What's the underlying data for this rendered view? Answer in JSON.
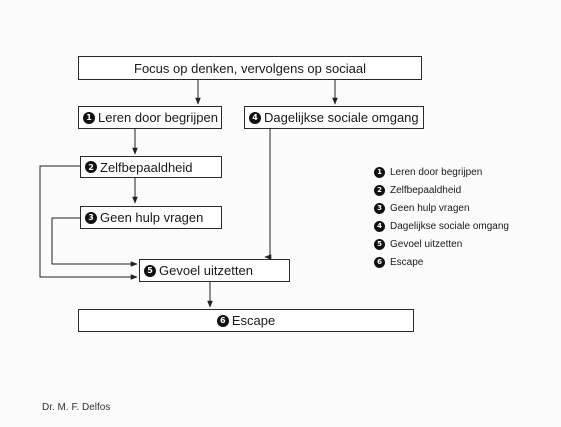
{
  "diagram": {
    "header": "Focus op denken, vervolgens op sociaal",
    "nodes": [
      {
        "id": "1",
        "badge": "1",
        "label": "Leren door begrijpen"
      },
      {
        "id": "4",
        "badge": "4",
        "label": "Dagelijkse sociale omgang"
      },
      {
        "id": "2",
        "badge": "2",
        "label": "Zelfbepaaldheid"
      },
      {
        "id": "3",
        "badge": "3",
        "label": "Geen hulp vragen"
      },
      {
        "id": "5",
        "badge": "5",
        "label": "Gevoel uitzetten"
      },
      {
        "id": "6",
        "badge": "6",
        "label": "Escape"
      }
    ],
    "edges": [
      {
        "from": "header",
        "to": "1"
      },
      {
        "from": "header",
        "to": "4"
      },
      {
        "from": "1",
        "to": "2"
      },
      {
        "from": "2",
        "to": "3"
      },
      {
        "from": "2",
        "to": "5"
      },
      {
        "from": "3",
        "to": "5"
      },
      {
        "from": "4",
        "to": "5"
      },
      {
        "from": "5",
        "to": "6"
      }
    ]
  },
  "legend": [
    {
      "badge": "1",
      "label": "Leren door begrijpen"
    },
    {
      "badge": "2",
      "label": "Zelfbepaaldheid"
    },
    {
      "badge": "3",
      "label": "Geen hulp vragen"
    },
    {
      "badge": "4",
      "label": "Dagelijkse sociale omgang"
    },
    {
      "badge": "5",
      "label": "Gevoel uitzetten"
    },
    {
      "badge": "6",
      "label": "Escape"
    }
  ],
  "author": "Dr. M. F. Delfos"
}
